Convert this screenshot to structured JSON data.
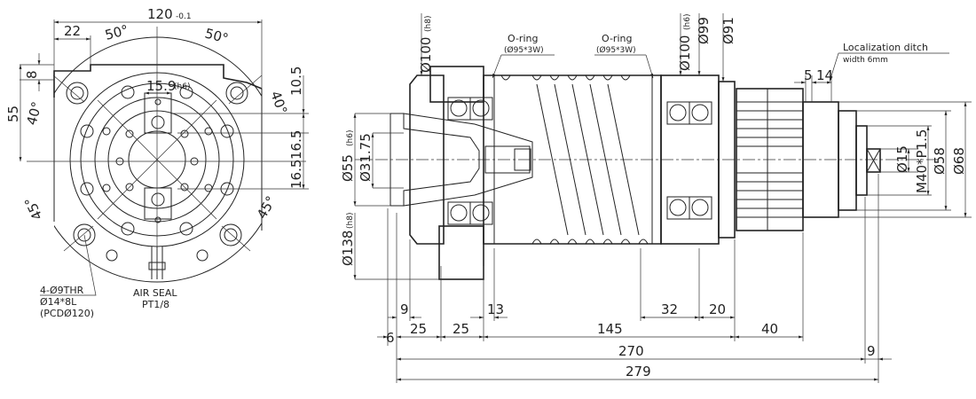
{
  "front_view": {
    "dims": {
      "width": "120",
      "width_tol": "-0.1",
      "notch_width": "22",
      "notch_depth": "8",
      "height_55": "55",
      "angle_top_left": "50°",
      "angle_top_right": "50°",
      "angle_left": "40°",
      "angle_right": "40°",
      "angle_bottom_left": "45°",
      "angle_bottom_right": "45°",
      "key_width": "15.9",
      "key_tol": "(h6)",
      "d_10_5": "10.5",
      "d_16_5_a": "16.5",
      "d_16_5_b": "16.5"
    },
    "notes": {
      "holes_line1": "4-Ø9THR",
      "holes_line2": "Ø14*8L",
      "holes_line3": "(PCDØ120)",
      "air_seal_line1": "AIR SEAL",
      "air_seal_line2": "PT1/8"
    }
  },
  "side_view": {
    "diameters": {
      "d100_front": "Ø100",
      "d100_front_tol": "(h8)",
      "d100_rear": "Ø100",
      "d100_rear_tol": "(h6)",
      "d99": "Ø99",
      "d91": "Ø91",
      "d55": "Ø55",
      "d55_tol": "(h6)",
      "d31_75": "Ø31.75",
      "d138": "Ø138",
      "d138_tol": "(h8)",
      "d15": "Ø15",
      "m40": "M40*P1.5",
      "d58": "Ø58",
      "d68": "Ø68"
    },
    "notes": {
      "oring1_title": "O-ring",
      "oring1_spec": "(Ø95*3W)",
      "oring2_title": "O-ring",
      "oring2_spec": "(Ø95*3W)",
      "ditch_title": "Localization ditch",
      "ditch_spec": "width 6mm",
      "ditch_5": "5",
      "ditch_14": "14"
    },
    "lengths": {
      "l9_a": "9",
      "l13": "13",
      "l32": "32",
      "l20": "20",
      "l6": "6",
      "l25_a": "25",
      "l25_b": "25",
      "l145": "145",
      "l40": "40",
      "l270": "270",
      "l9_b": "9",
      "l279": "279"
    }
  }
}
